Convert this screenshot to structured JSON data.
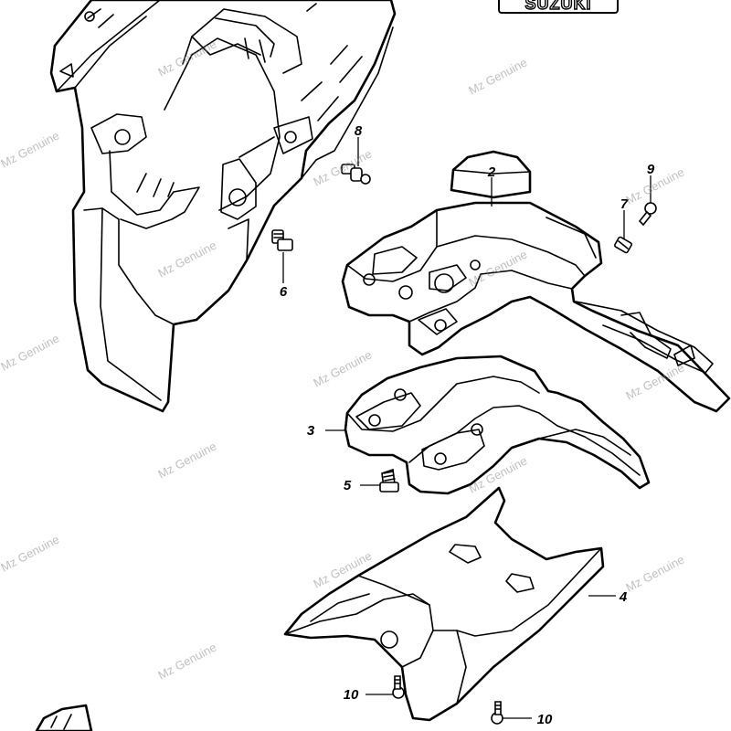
{
  "brand": {
    "text": "SUZUKI"
  },
  "watermark": {
    "text": "Mz Genuine"
  },
  "callouts": {
    "part2": "2",
    "part3": "3",
    "part4": "4",
    "part5": "5",
    "part6": "6",
    "part7": "7",
    "part8": "8",
    "part9": "9",
    "part10a": "10",
    "part10b": "10"
  }
}
